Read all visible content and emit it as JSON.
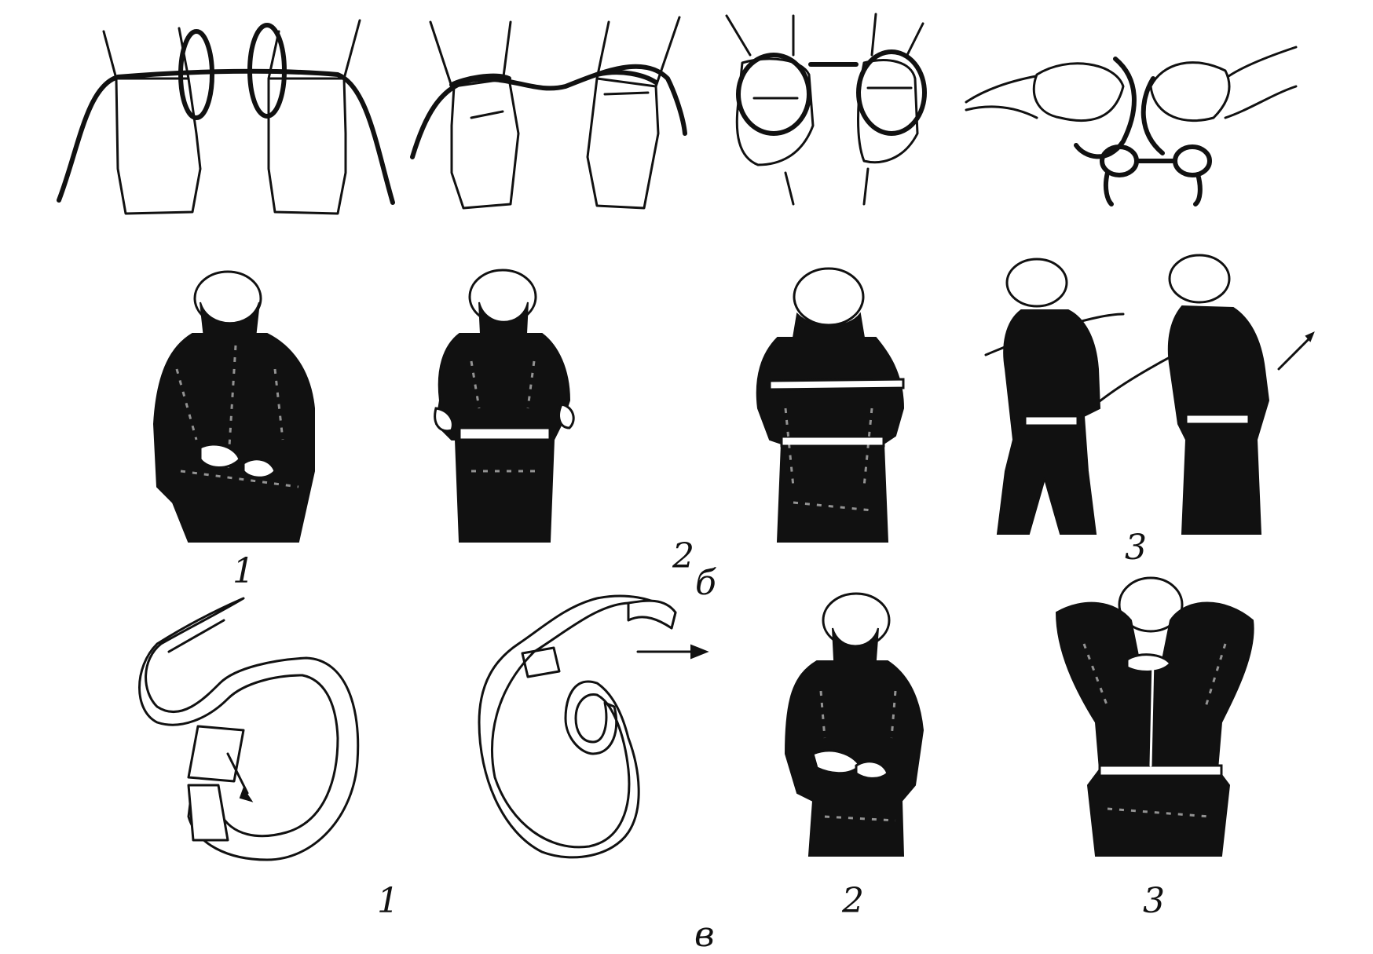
{
  "labels": {
    "row2_step1": "1",
    "row2_step2": "2",
    "row2_step3": "3",
    "row2_section": "б",
    "row3_step1": "1",
    "row3_step2": "2",
    "row3_step3": "3",
    "row3_section": "в"
  }
}
